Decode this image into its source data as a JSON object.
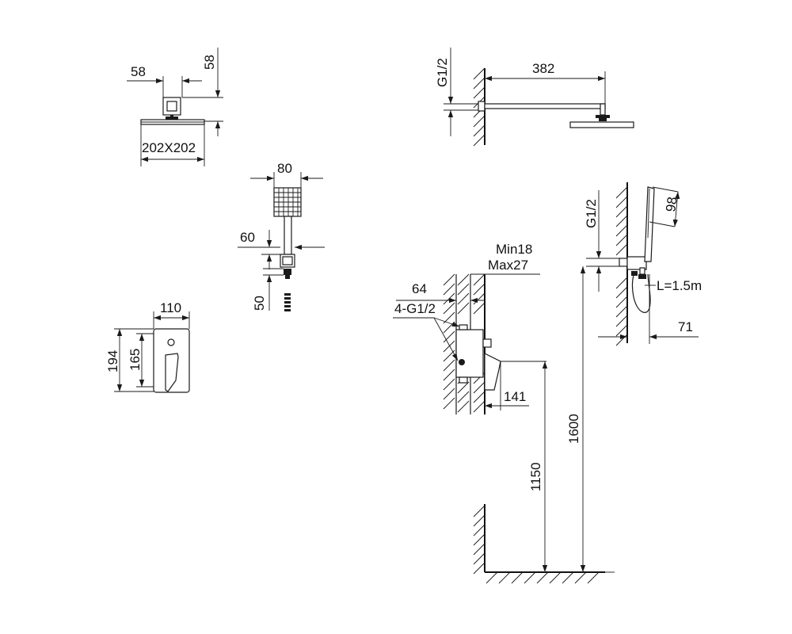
{
  "shower_head": {
    "width": "58",
    "height": "58",
    "plate_size": "202X202"
  },
  "hand_shower": {
    "width": "80",
    "holder": "60",
    "hose_connector": "50"
  },
  "mixer_cover": {
    "width": "110",
    "height_outer": "194",
    "height_inner": "165"
  },
  "shower_arm": {
    "thread": "G1/2",
    "length": "382"
  },
  "valve_body": {
    "depth_min": "Min18",
    "depth_max": "Max27",
    "width": "64",
    "connections": "4-G1/2",
    "projection": "141"
  },
  "wall_outlet": {
    "thread": "G1/2",
    "handshower_size": "98",
    "hose_length": "L=1.5m",
    "offset": "71"
  },
  "installation": {
    "valve_height": "1150",
    "outlet_height": "1600"
  }
}
